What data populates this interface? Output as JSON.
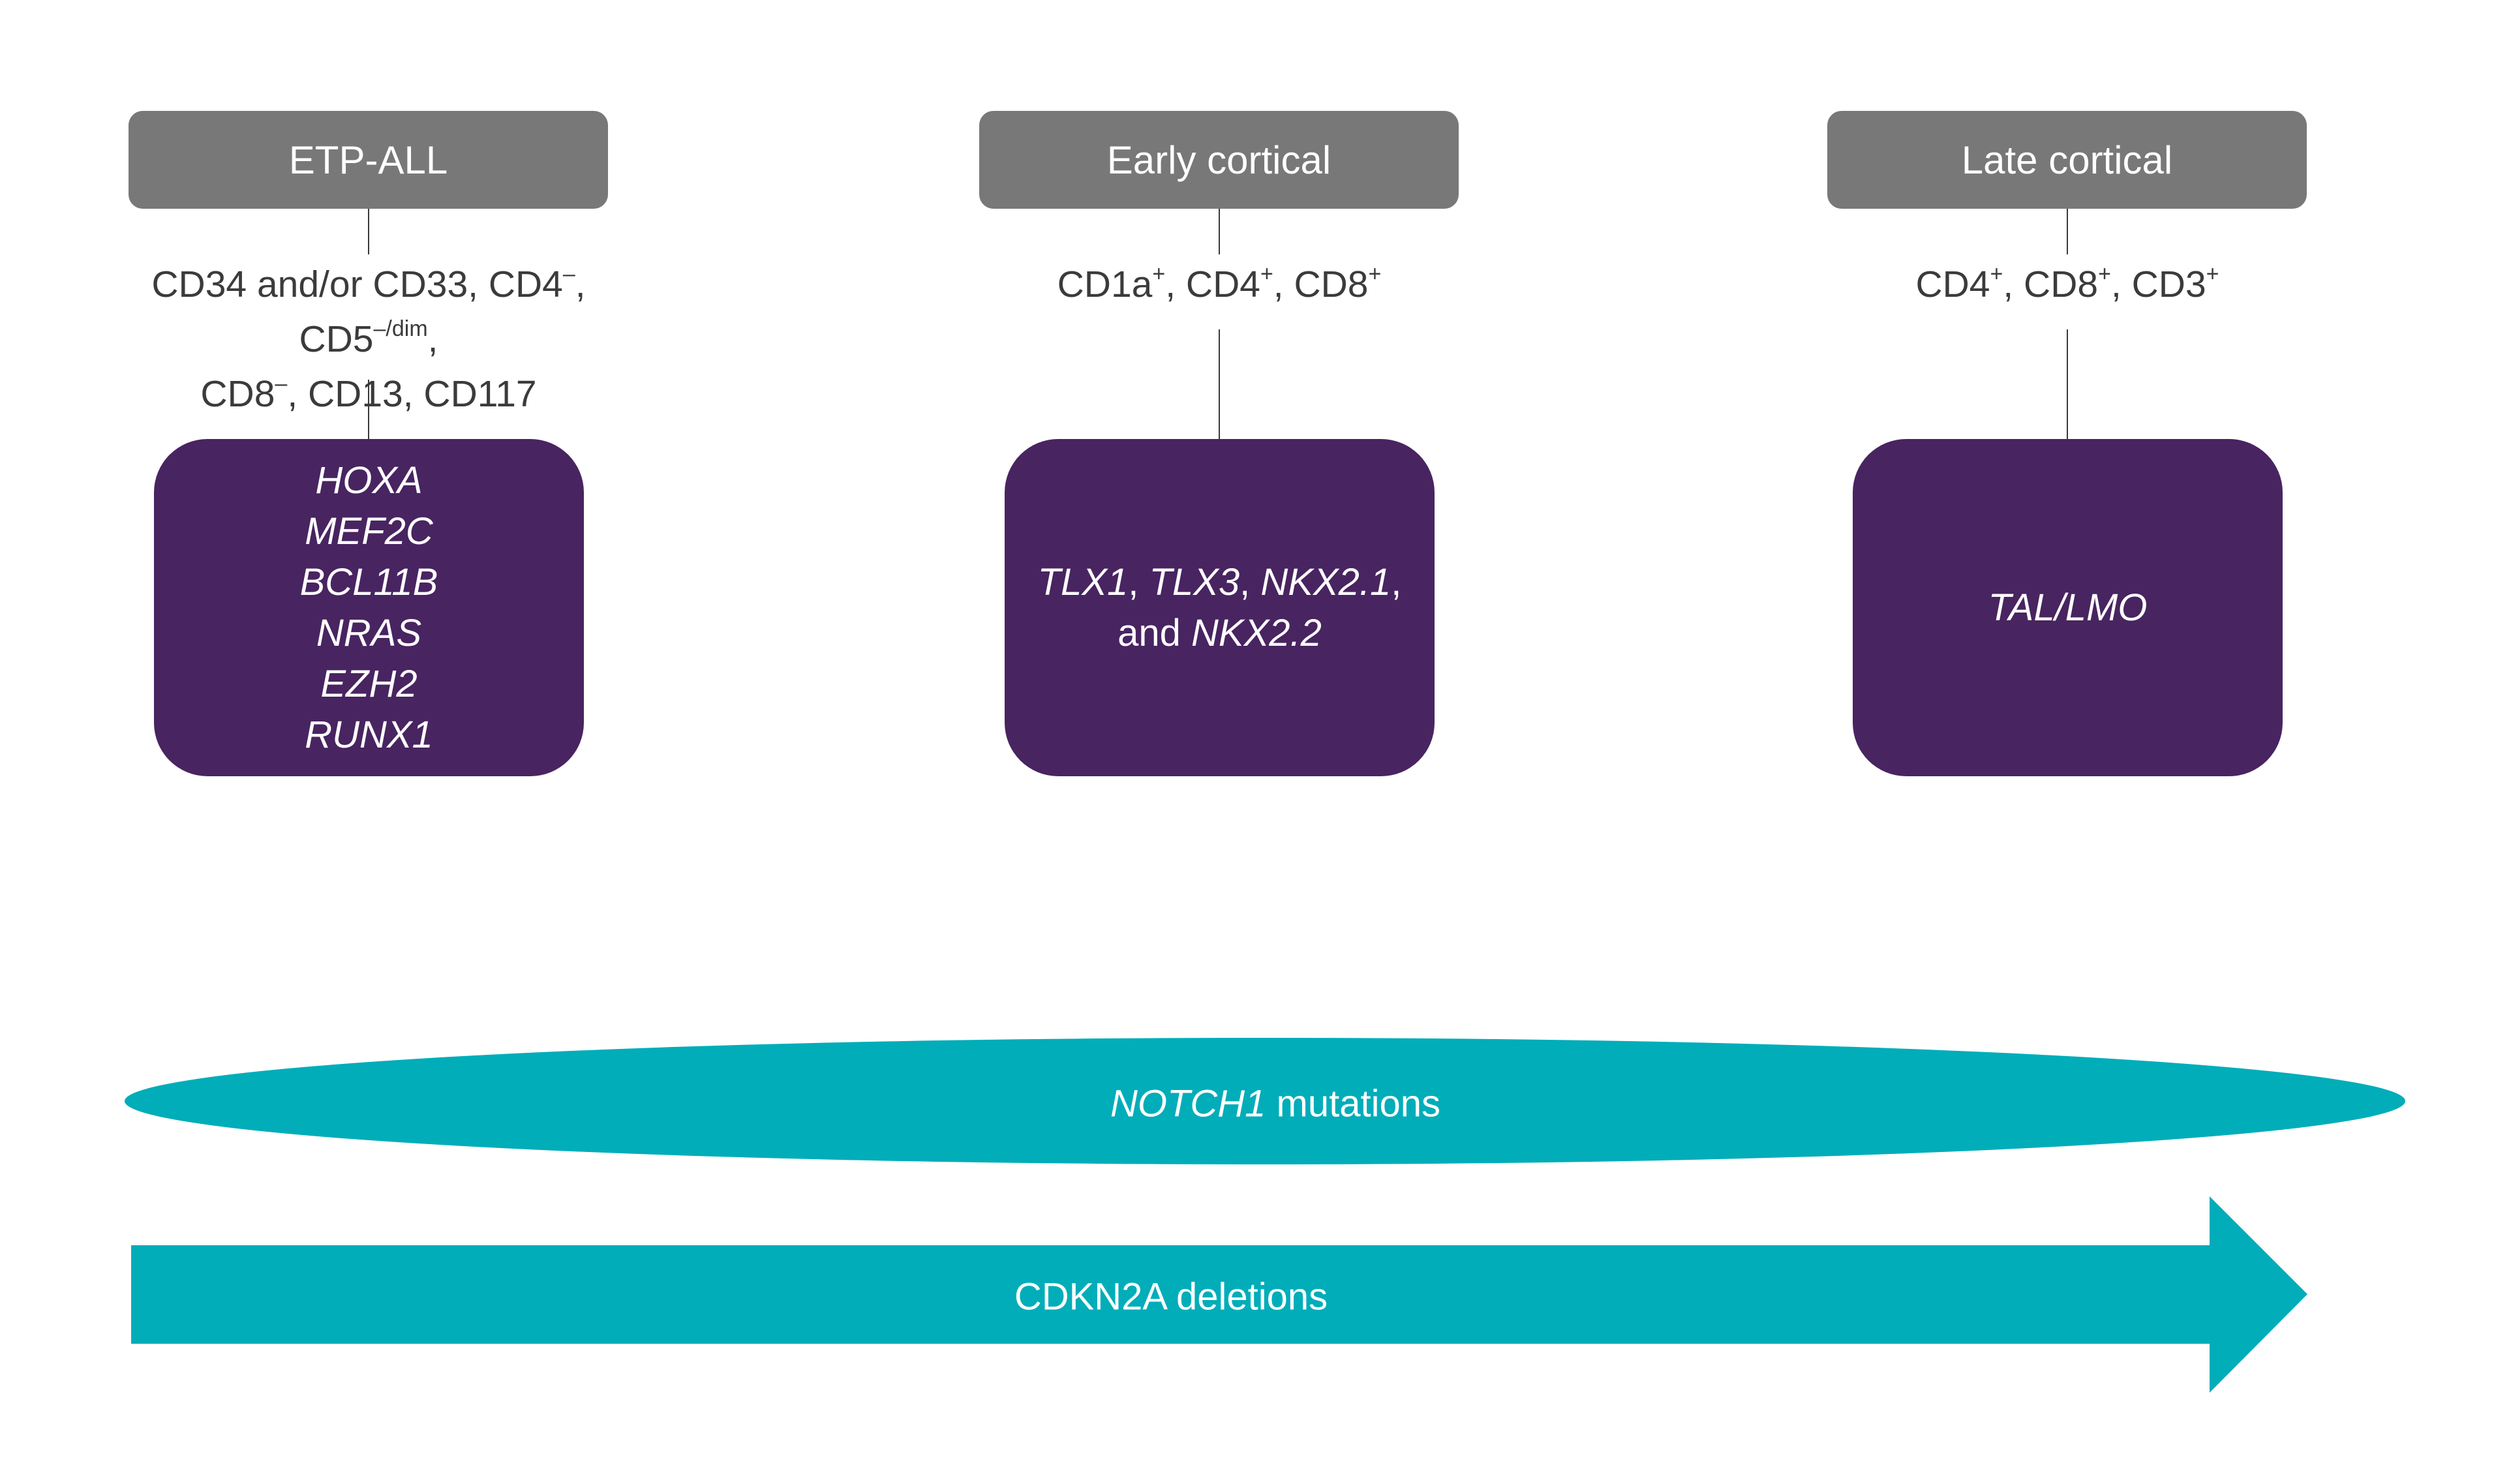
{
  "colors": {
    "stage_box": "#787878",
    "gene_box": "#482461",
    "teal": "#00ADB9",
    "text_dark": "#3b3b3b",
    "text_light": "#ffffff",
    "connector": "#3a3a3a"
  },
  "stages": [
    {
      "title": "ETP-ALL",
      "markers": {
        "line1": [
          {
            "text": "CD34 and/or CD33, CD4"
          },
          {
            "sup": "–"
          },
          {
            "text": ", CD5"
          },
          {
            "sup": "–/dim"
          },
          {
            "text": ","
          }
        ],
        "line2": [
          {
            "text": "CD8"
          },
          {
            "sup": "–"
          },
          {
            "text": ", CD13, CD117"
          }
        ]
      },
      "genes": {
        "lines": [
          [
            {
              "italic": "HOXA"
            }
          ],
          [
            {
              "italic": "MEF2C"
            }
          ],
          [
            {
              "italic": "BCL11B"
            }
          ],
          [
            {
              "italic": "NRAS"
            }
          ],
          [
            {
              "italic": "EZH2"
            }
          ],
          [
            {
              "italic": "RUNX1"
            }
          ]
        ]
      }
    },
    {
      "title": "Early cortical",
      "markers": {
        "line1": [
          {
            "text": "CD1a"
          },
          {
            "sup": "+"
          },
          {
            "text": ", CD4"
          },
          {
            "sup": "+"
          },
          {
            "text": ", CD8"
          },
          {
            "sup": "+"
          }
        ]
      },
      "genes": {
        "lines": [
          [
            {
              "italic": "TLX1"
            },
            {
              "text": ", "
            },
            {
              "italic": "TLX3"
            },
            {
              "text": ", "
            },
            {
              "italic": "NKX2.1"
            },
            {
              "text": ","
            }
          ],
          [
            {
              "text": "and "
            },
            {
              "italic": "NKX2.2"
            }
          ]
        ]
      }
    },
    {
      "title": "Late cortical",
      "markers": {
        "line1": [
          {
            "text": "CD4"
          },
          {
            "sup": "+"
          },
          {
            "text": ", CD8"
          },
          {
            "sup": "+"
          },
          {
            "text": ", CD3"
          },
          {
            "sup": "+"
          }
        ]
      },
      "genes": {
        "lines": [
          [
            {
              "italic": "TAL/LMO"
            }
          ]
        ]
      }
    }
  ],
  "bands": {
    "notch": {
      "italic": "NOTCH1",
      "text": " mutations"
    },
    "cdkn2a": {
      "text": "CDKN2A deletions"
    }
  }
}
